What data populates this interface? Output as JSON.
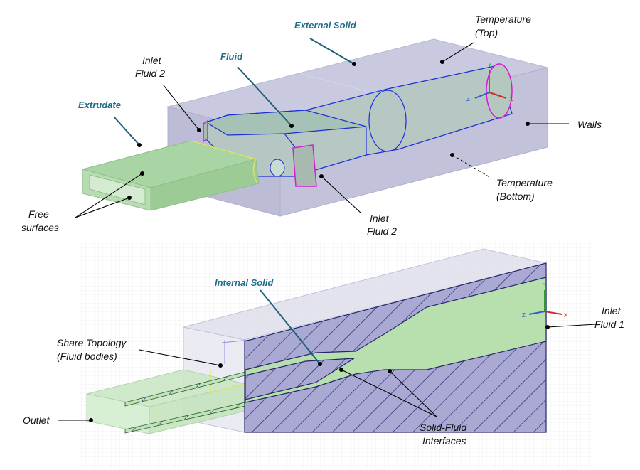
{
  "colors": {
    "accent_label": "#1f6e8c",
    "external_solid": "#c3c3dc",
    "fluid": "#b6c9c0",
    "extrudate": "#a9d3a3",
    "internal_solid": "#a9a9d4",
    "edge_blue": "#1a2fd6",
    "edge_magenta": "#d21ecf",
    "edge_yellow": "#e8e35a"
  },
  "top_view": {
    "labels": {
      "external_solid": "External Solid",
      "fluid": "Fluid",
      "extrudate": "Extrudate",
      "inlet_fluid2_top_line1": "Inlet",
      "inlet_fluid2_top_line2": "Fluid 2",
      "temperature_top_line1": "Temperature",
      "temperature_top_line2": "(Top)",
      "walls": "Walls",
      "temperature_bottom_line1": "Temperature",
      "temperature_bottom_line2": "(Bottom)",
      "inlet_fluid2_bottom_line1": "Inlet",
      "inlet_fluid2_bottom_line2": "Fluid 2",
      "free_surfaces_line1": "Free",
      "free_surfaces_line2": "surfaces"
    },
    "axis": {
      "y": "Y",
      "z": "Z",
      "x": "X"
    }
  },
  "bottom_view": {
    "labels": {
      "internal_solid": "Internal Solid",
      "share_topology_line1": "Share Topology",
      "share_topology_line2": "(Fluid bodies)",
      "outlet": "Outlet",
      "inlet_fluid1_line1": "Inlet",
      "inlet_fluid1_line2": "Fluid 1",
      "solid_fluid_line1": "Solid-Fluid",
      "solid_fluid_line2": "Interfaces"
    },
    "axis": {
      "y": "Y",
      "z": "Z",
      "x": "X"
    }
  }
}
